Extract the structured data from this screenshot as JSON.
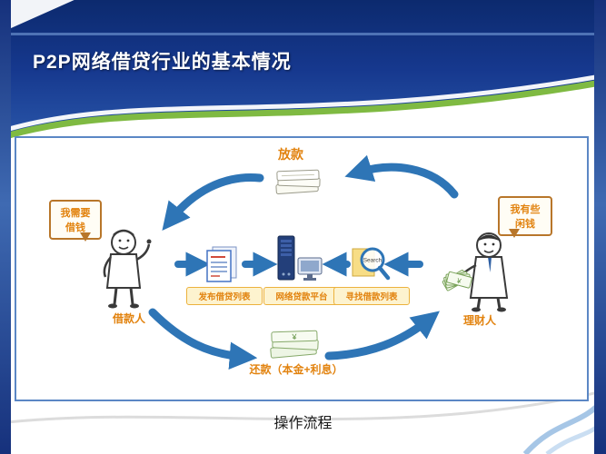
{
  "slide": {
    "title": "P2P网络借贷行业的基本情况",
    "caption": "操作流程"
  },
  "diagram": {
    "top": {
      "label": "放款"
    },
    "bottom": {
      "label": "还款（本金+利息）"
    },
    "borrower": {
      "bubble_line1": "我需要",
      "bubble_line2": "借钱",
      "role": "借款人"
    },
    "investor": {
      "bubble_line1": "我有些",
      "bubble_line2": "闲钱",
      "role": "理财人"
    },
    "steps": {
      "publish": "发布借贷列表",
      "platform": "网络贷款平台",
      "search": "寻找借款列表"
    },
    "search_lens_text": "Search",
    "currency_symbol": "¥"
  },
  "colors": {
    "header_blue": "#16388e",
    "accent_green": "#7fba42",
    "arrow_blue": "#2e75b6",
    "label_orange": "#e2830f",
    "panel_border": "#5b87c5"
  }
}
